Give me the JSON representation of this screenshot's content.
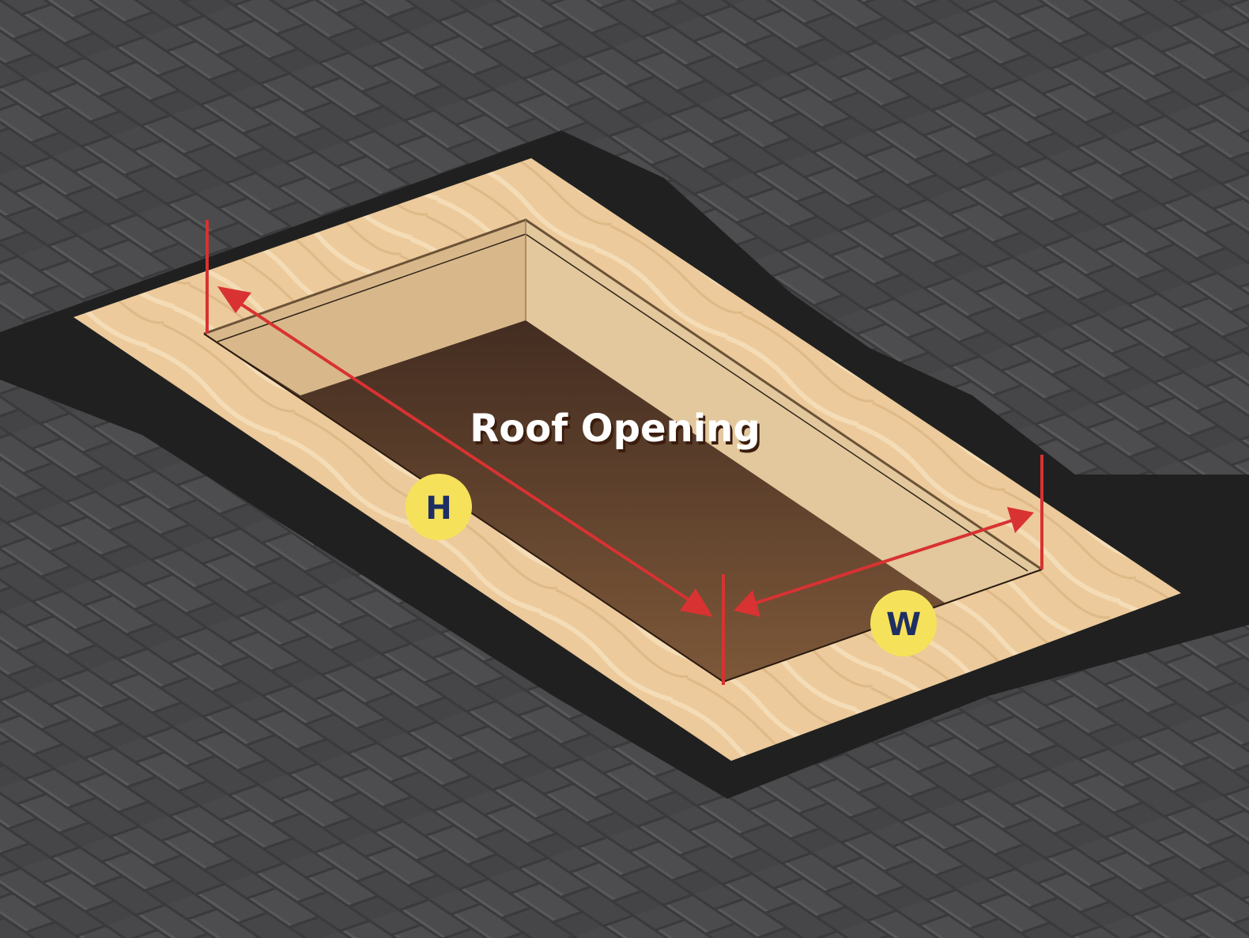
{
  "title": "Roof Opening",
  "badges": {
    "height": "H",
    "width": "W"
  },
  "colors": {
    "shingle": "#4a4a4c",
    "underlayment": "#202020",
    "plywood": "#ecc99a",
    "opening_floor_top": "#35221a",
    "opening_floor_bottom": "#7a5538",
    "arrow": "#d83232",
    "badge_fill": "#f6e25a",
    "badge_text": "#1f2f63"
  }
}
